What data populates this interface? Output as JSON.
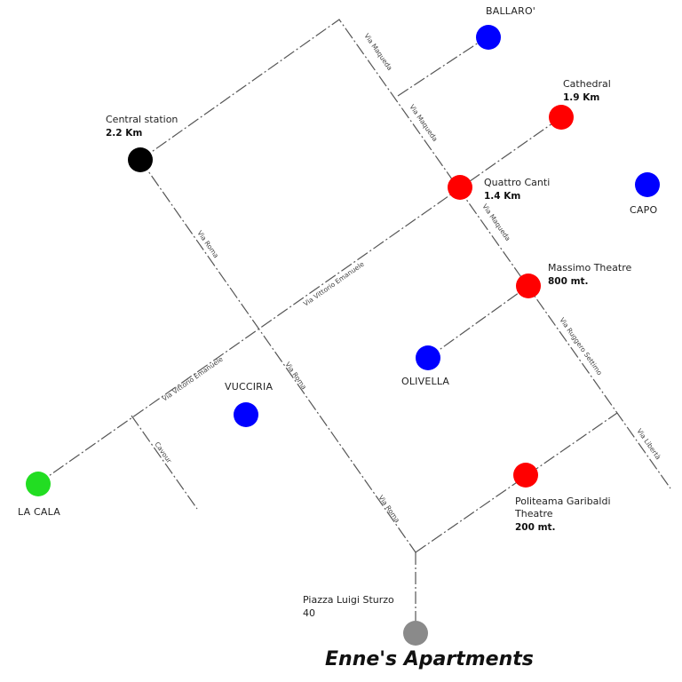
{
  "title": "Enne's Apartments",
  "colors": {
    "attraction": "#ff0000",
    "neighbourhood": "#0000ff",
    "station": "#000000",
    "port": "#22dd22",
    "home": "#8a8a8a",
    "road": "#555555"
  },
  "streets": {
    "via_maqueda_1": "Via Maqueda",
    "via_maqueda_2": "Via Maqueda",
    "via_maqueda_3": "Via Maqueda",
    "via_ruggero_settimo": "Via Ruggero Settimo",
    "via_liberta": "Via Libertà",
    "via_roma_1": "Via Roma",
    "via_roma_2": "Via Roma",
    "via_roma_3": "Via Roma",
    "via_vittorio_1": "Via Vittorio Emanuele",
    "via_vittorio_2": "Via Vittorio Emanuele",
    "side_street": "Cavour"
  },
  "places": {
    "central_station": {
      "name": "Central station",
      "distance": "2.2 Km"
    },
    "cathedral": {
      "name": "Cathedral",
      "distance": "1.9 Km"
    },
    "quattro_canti": {
      "name": "Quattro Canti",
      "distance": "1.4 Km"
    },
    "massimo_theatre": {
      "name": "Massimo Theatre",
      "distance": "800 mt."
    },
    "politeama": {
      "name_line1": "Politeama Garibaldi",
      "name_line2": "Theatre",
      "distance": "200 mt."
    },
    "ballaro": {
      "name": "BALLARO'"
    },
    "capo": {
      "name": "CAPO"
    },
    "olivella": {
      "name": "OLIVELLA"
    },
    "vucciria": {
      "name": "VUCCIRIA"
    },
    "la_cala": {
      "name": "LA CALA"
    },
    "home": {
      "name_line1": "Piazza Luigi Sturzo",
      "name_line2": "40"
    }
  }
}
